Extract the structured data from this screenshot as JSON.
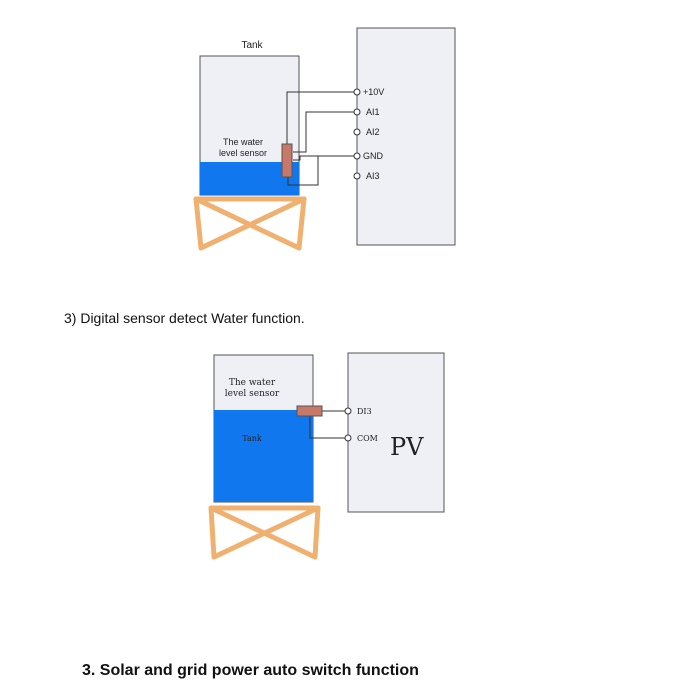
{
  "colors": {
    "water": "#1177ee",
    "tank_background": "#eef0f6",
    "panel_background": "#eef0f6",
    "stand": "#f0b070",
    "sensor": "#c87868",
    "wire": "#333333"
  },
  "diagram1": {
    "tank_label": "Tank",
    "sensor_label_line1": "The water",
    "sensor_label_line2": "level sensor",
    "terminals": [
      "+10V",
      "AI1",
      "AI2",
      "GND",
      "AI3"
    ]
  },
  "heading": "3) Digital sensor detect Water function.",
  "diagram2": {
    "sensor_label_line1": "The water",
    "sensor_label_line2": "level sensor",
    "tank_label": "Tank",
    "terminals": [
      "DI3",
      "COM"
    ],
    "panel_label": "PV"
  },
  "section_title": "3. Solar and grid power auto switch function"
}
